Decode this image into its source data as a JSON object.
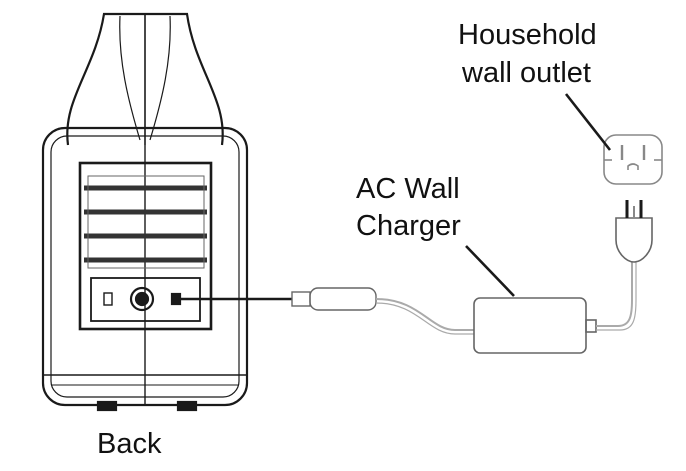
{
  "labels": {
    "outlet_line1": "Household",
    "outlet_line2": "wall outlet",
    "charger_line1": "AC Wall",
    "charger_line2": "Charger",
    "back": "Back"
  },
  "icons": [
    "power-station-back",
    "dc-plug",
    "ac-adapter-brick",
    "ac-plug",
    "wall-outlet"
  ],
  "colors": {
    "line": "#1a1a1a",
    "outline": "#666666",
    "cable": "#aaaaaa",
    "background": "#ffffff"
  }
}
